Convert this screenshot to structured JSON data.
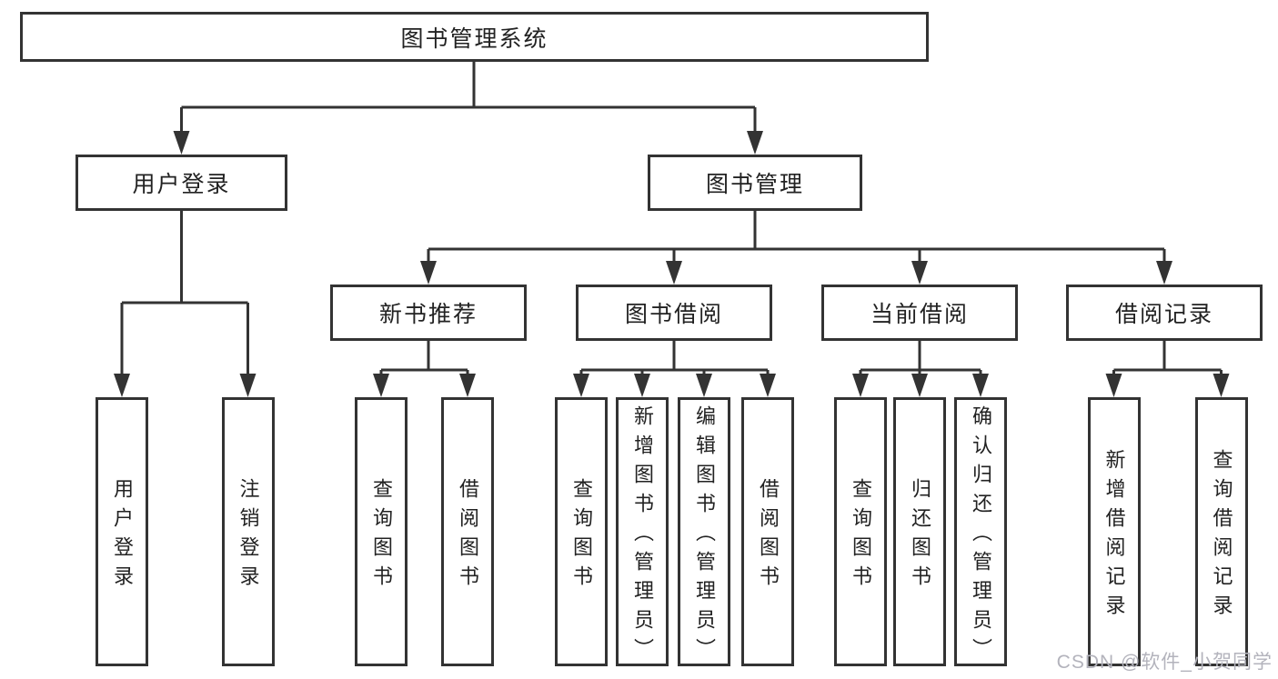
{
  "tree": {
    "root": "图书管理系统",
    "user_login": {
      "label": "用户登录",
      "children": {
        "login": "用户登录",
        "logout": "注销登录"
      }
    },
    "book_mgmt": {
      "label": "图书管理",
      "sections": {
        "new_books": {
          "label": "新书推荐",
          "children": {
            "query": "查询图书",
            "borrow": "借阅图书"
          }
        },
        "borrowing": {
          "label": "图书借阅",
          "children": {
            "query": "查询图书",
            "add": "新增图书（管理员）",
            "edit": "编辑图书（管理员）",
            "borrow": "借阅图书"
          }
        },
        "current": {
          "label": "当前借阅",
          "children": {
            "query": "查询图书",
            "return": "归还图书",
            "confirm": "确认归还（管理员）"
          }
        },
        "records": {
          "label": "借阅记录",
          "children": {
            "add": "新增借阅记录",
            "query": "查询借阅记录"
          }
        }
      }
    }
  },
  "watermark": {
    "text": "CSDN @软件_小贺同学"
  },
  "colors": {
    "line": "#333333",
    "text": "#222222",
    "canvas": "#ffffff",
    "watermark": "#b3b3bc"
  }
}
